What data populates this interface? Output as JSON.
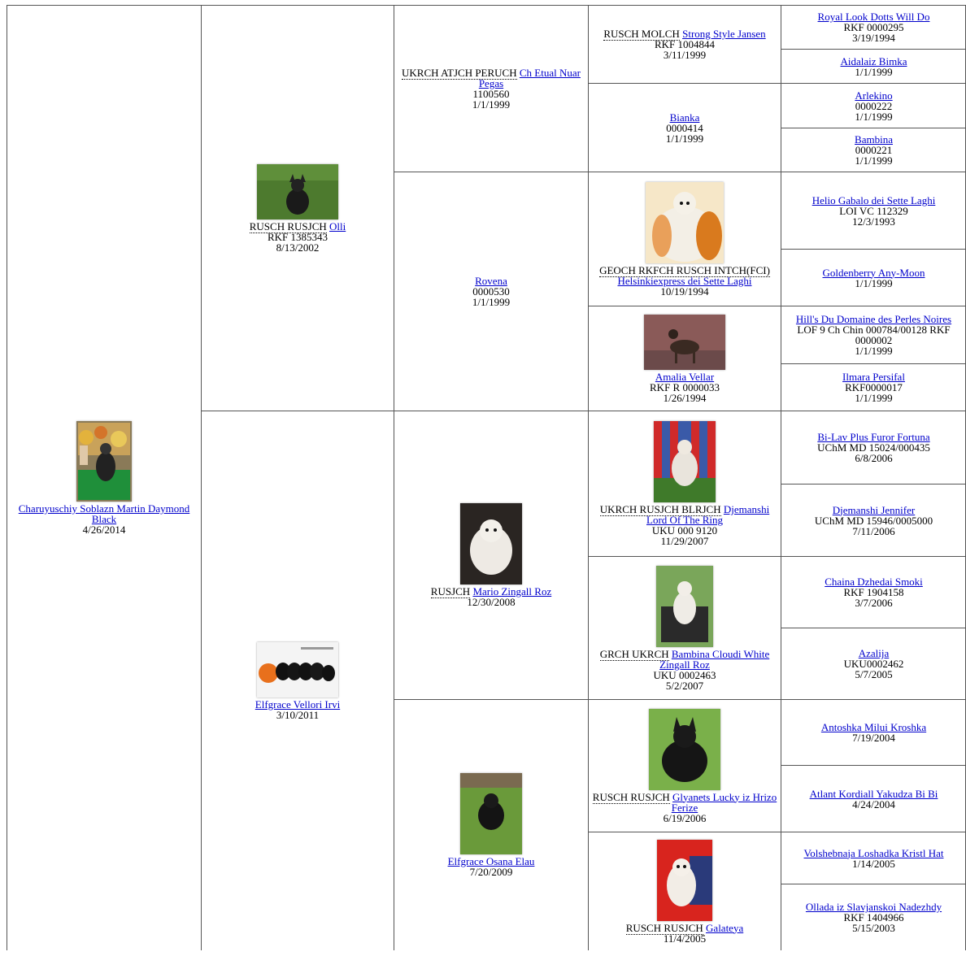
{
  "gen1": {
    "dog": {
      "titles": "",
      "name": "Charuyuschiy Soblazn Martin Daymond Black",
      "extra": [],
      "date": "4/26/2014",
      "photo": "dog-photo-on-lawn"
    }
  },
  "gen2": [
    {
      "titles": "RUSCH RUSJCH",
      "name": "Olli",
      "extra": [
        "RKF 1385343"
      ],
      "date": "8/13/2002",
      "photo": "black-dog-on-grass"
    },
    {
      "titles": "",
      "name": "Elfgrace Vellori Irvi",
      "extra": [],
      "date": "3/10/2011",
      "photo": "puppies-row"
    }
  ],
  "gen3": [
    {
      "titles": "UKRCH ATJCH PERUCH",
      "name": "Ch Etual Nuar Pegas",
      "extra": [
        "1100560"
      ],
      "date": "1/1/1999"
    },
    {
      "titles": "",
      "name": "Rovena",
      "extra": [
        "0000530"
      ],
      "date": "1/1/1999"
    },
    {
      "titles": "RUSJCH",
      "name": "Mario Zingall Roz",
      "extra": [],
      "date": "12/30/2008",
      "photo": "white-crested-dog-dark"
    },
    {
      "titles": "",
      "name": "Elfgrace Osana Elau",
      "extra": [],
      "date": "7/20/2009",
      "photo": "black-dog-in-grass"
    }
  ],
  "gen4": [
    {
      "titles": "RUSCH MOLCH",
      "name": "Strong Style Jansen",
      "extra": [
        "RKF 1004844"
      ],
      "date": "3/11/1999"
    },
    {
      "titles": "",
      "name": "Bianka",
      "extra": [
        "0000414"
      ],
      "date": "1/1/1999"
    },
    {
      "titles": "GEOCH RKFCH RUSCH INTCH(FCI)",
      "name": "Helsinkiexpress dei Sette Laghi",
      "extra": [],
      "date": "10/19/1994",
      "photo": "powderpuff-dog"
    },
    {
      "titles": "",
      "name": "Amalia Vellar",
      "extra": [
        "RKF R 0000033"
      ],
      "date": "1/26/1994",
      "photo": "hairless-dog-indoor"
    },
    {
      "titles": "UKRCH RUSJCH BLRJCH",
      "name": "Djemanshi Lord Of The Ring",
      "extra": [
        "UKU 000 9120"
      ],
      "date": "11/29/2007",
      "photo": "dog-with-flag"
    },
    {
      "titles": "GRCH UKRCH",
      "name": "Bambina Cloudi White Zingall Roz",
      "extra": [
        "UKU 0002463"
      ],
      "date": "5/2/2007",
      "photo": "white-dog-in-chair"
    },
    {
      "titles": "RUSCH RUSJCH",
      "name": "Glyanets Lucky iz Hrizo Ferize",
      "extra": [],
      "date": "6/19/2006",
      "photo": "black-dog-portrait"
    },
    {
      "titles": "RUSCH RUSJCH",
      "name": "Galateya",
      "extra": [],
      "date": "11/4/2005",
      "photo": "dog-on-red"
    }
  ],
  "gen5": [
    {
      "name": "Royal Look Dotts Will Do",
      "extra": [
        "RKF 0000295"
      ],
      "date": "3/19/1994"
    },
    {
      "name": "Aidalaiz Bimka",
      "extra": [],
      "date": "1/1/1999"
    },
    {
      "name": "Arlekino",
      "extra": [
        "0000222"
      ],
      "date": "1/1/1999"
    },
    {
      "name": "Bambina",
      "extra": [
        "0000221"
      ],
      "date": "1/1/1999"
    },
    {
      "name": "Helio Gabalo dei Sette Laghi",
      "extra": [
        "LOI VC 112329"
      ],
      "date": "12/3/1993"
    },
    {
      "name": "Goldenberry Any-Moon",
      "extra": [],
      "date": "1/1/1999"
    },
    {
      "name": "Hill's Du Domaine des Perles Noires",
      "extra": [
        "LOF 9 Ch Chin 000784/00128 RKF",
        "0000002"
      ],
      "date": "1/1/1999"
    },
    {
      "name": "Ilmara Persifal",
      "extra": [
        "RKF0000017"
      ],
      "date": "1/1/1999"
    },
    {
      "name": "Bi-Lav Plus Furor Fortuna",
      "extra": [
        "UChM MD 15024/000435"
      ],
      "date": "6/8/2006"
    },
    {
      "name": "Djemanshi Jennifer",
      "extra": [
        "UChM MD 15946/0005000"
      ],
      "date": "7/11/2006"
    },
    {
      "name": "Chaina Dzhedai Smoki",
      "extra": [
        "RKF 1904158"
      ],
      "date": "3/7/2006"
    },
    {
      "name": "Azalija",
      "extra": [
        "UKU0002462"
      ],
      "date": "5/7/2005"
    },
    {
      "name": "Antoshka Milui Kroshka",
      "extra": [],
      "date": "7/19/2004"
    },
    {
      "name": "Atlant Kordiall Yakudza Bi Bi",
      "extra": [],
      "date": "4/24/2004"
    },
    {
      "name": "Volshebnaja Loshadka Kristl Hat",
      "extra": [],
      "date": "1/14/2005"
    },
    {
      "name": "Ollada iz Slavjanskoi Nadezhdy",
      "extra": [
        "RKF 1404966"
      ],
      "date": "5/15/2003"
    }
  ],
  "colors": {
    "link": "#0000cc",
    "border": "#555555"
  }
}
